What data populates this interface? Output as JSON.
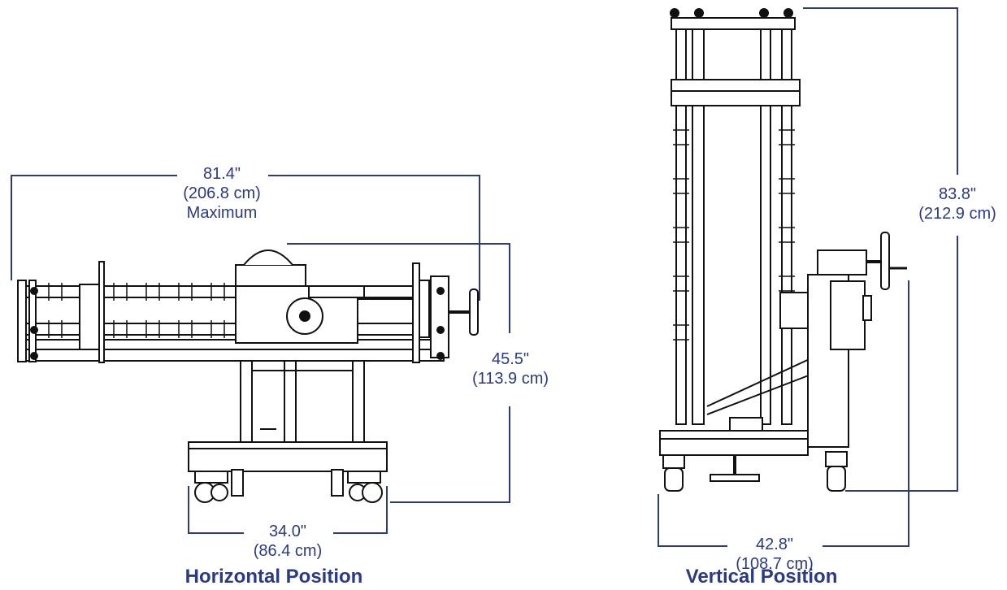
{
  "horizontal": {
    "caption": "Horizontal Position",
    "width_max": {
      "inches": "81.4\"",
      "cm": "(206.8 cm)",
      "note": "Maximum"
    },
    "height": {
      "inches": "45.5\"",
      "cm": "(113.9 cm)"
    },
    "base_width": {
      "inches": "34.0\"",
      "cm": "(86.4 cm)"
    }
  },
  "vertical": {
    "caption": "Vertical Position",
    "height": {
      "inches": "83.8\"",
      "cm": "(212.9 cm)"
    },
    "base_width": {
      "inches": "42.8\"",
      "cm": "(108.7 cm)"
    }
  },
  "colors": {
    "dimension": "#2a3a86",
    "drawing": "#111111"
  }
}
